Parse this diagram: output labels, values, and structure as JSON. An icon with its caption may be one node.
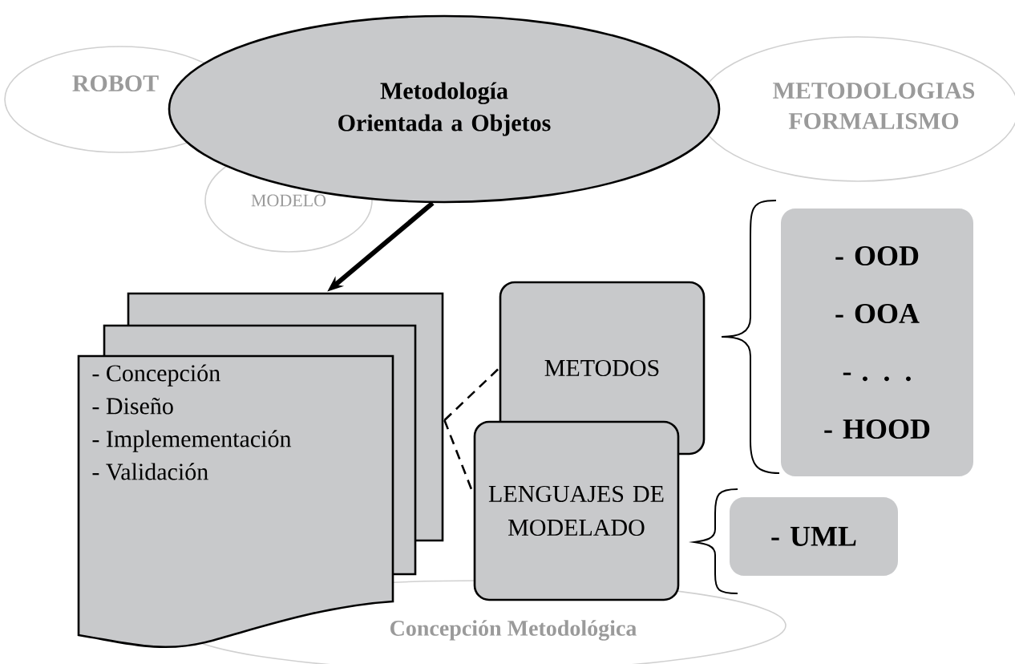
{
  "diagram": {
    "nodes": [
      {
        "text": [
          "Metodología Orientada a Objetos"
        ]
      },
      {
        "text": [
          "- Concepción",
          "- Diseño",
          "- Implemementación",
          "- Validación"
        ]
      },
      {
        "text": [
          "METODOS"
        ]
      },
      {
        "text": [
          "LENGUAJES DE MODELADO"
        ]
      },
      {
        "text": [
          "- OOD",
          "- OOA",
          "- . . .",
          "- HOOD"
        ]
      },
      {
        "text": [
          "- UML"
        ]
      }
    ],
    "edges": [
      {
        "from": 0,
        "to": 1,
        "arrow": "to",
        "style": "thick"
      },
      {
        "from": 1,
        "to": 2,
        "arrow": "none",
        "style": "dashed"
      },
      {
        "from": 1,
        "to": 3,
        "arrow": "none",
        "style": "dashed"
      }
    ],
    "labels": [
      "ROBOT",
      "METODOLOGIAS FORMALISMO",
      "MODELO",
      "Concepción Metodológica"
    ]
  }
}
